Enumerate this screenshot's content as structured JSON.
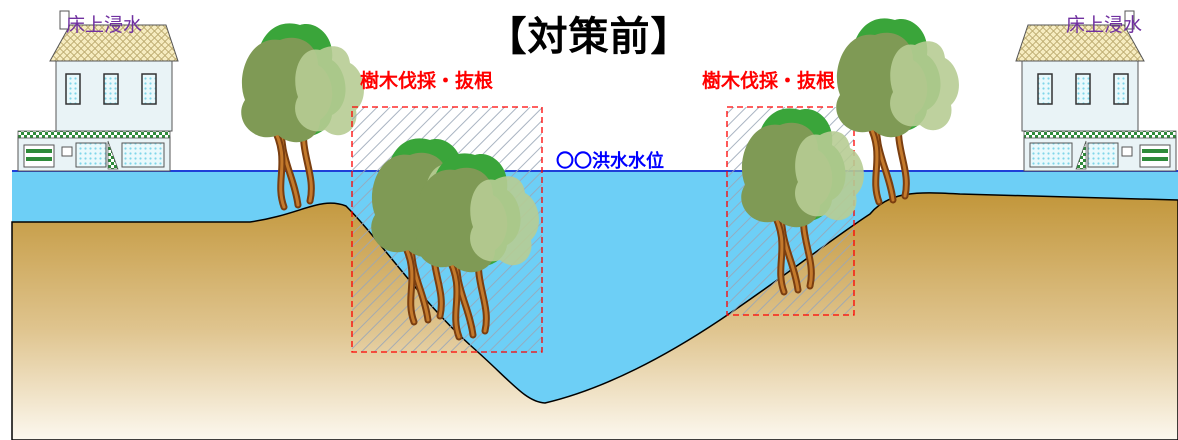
{
  "title": "【対策前】",
  "labels": {
    "flood_left": "床上浸水",
    "flood_right": "床上浸水",
    "tree_removal_left": "樹木伐採・抜根",
    "tree_removal_right": "樹木伐採・抜根",
    "flood_level": "〇〇洪水水位"
  },
  "colors": {
    "water": "#6dcff6",
    "flood_line": "#1f3fd8",
    "ground_top": "#c69c3c",
    "ground_bottom": "#fbf6ec",
    "removal_box": "#ff0000",
    "flood_text": "#7030a0",
    "removal_text": "#ff0000",
    "level_text": "#0000ff"
  },
  "icons": [
    "house-icon",
    "tree-icon",
    "roots-icon",
    "hatched-removal-zone"
  ]
}
